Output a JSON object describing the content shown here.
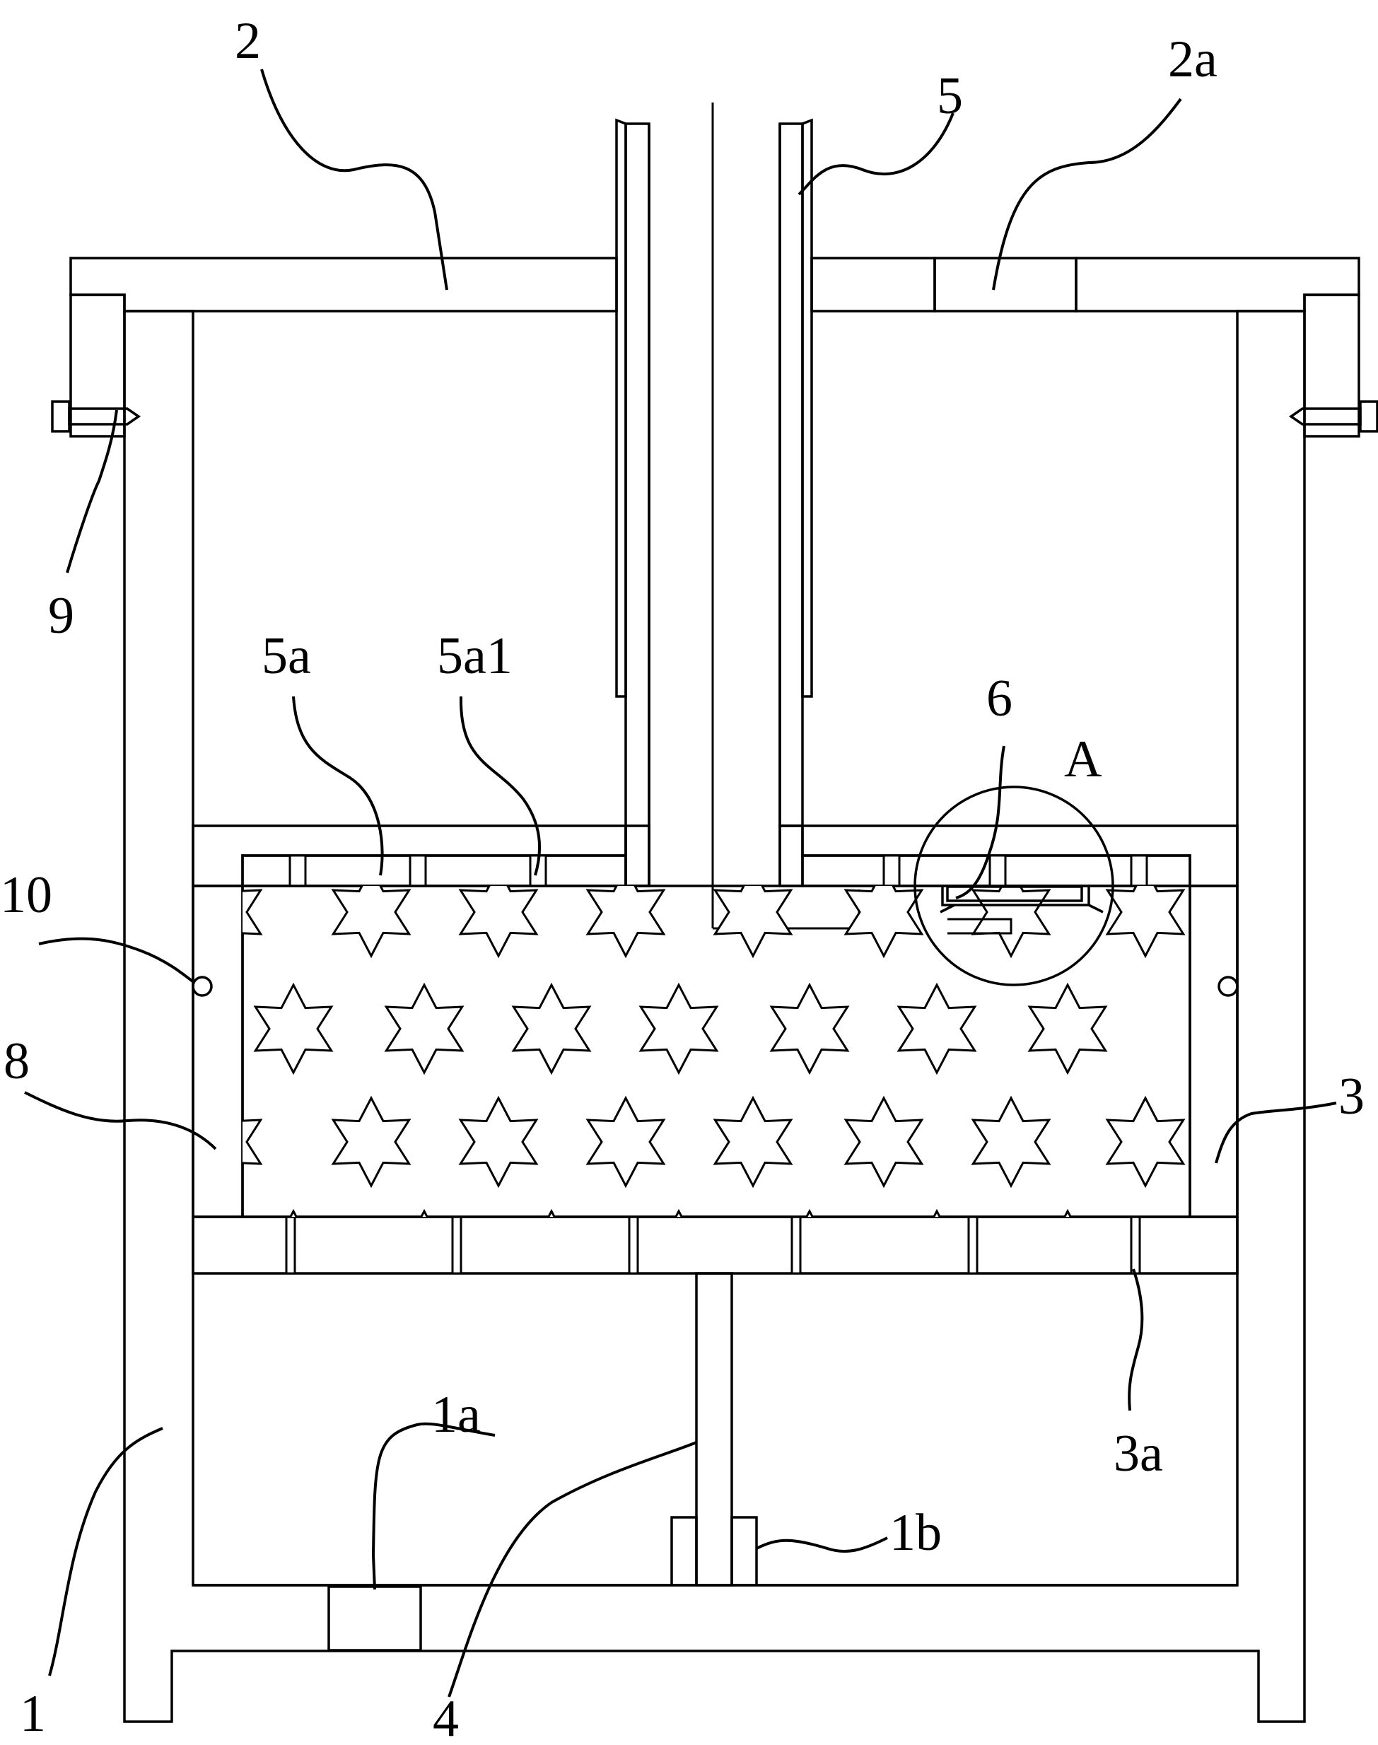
{
  "figure": {
    "labels": {
      "housing": "1",
      "lid": "2",
      "lid_vent": "2a",
      "inner_chamber": "3",
      "inner_holes": "3a",
      "partition": "4",
      "pipe": "5",
      "plate": "5a",
      "plate_holes": "5a1",
      "filter_element": "6",
      "detail": "A",
      "filter_media": "8",
      "screw": "9",
      "seal_ring": "10",
      "bottom_outlet": "1a",
      "partition_seat": "1b"
    }
  }
}
